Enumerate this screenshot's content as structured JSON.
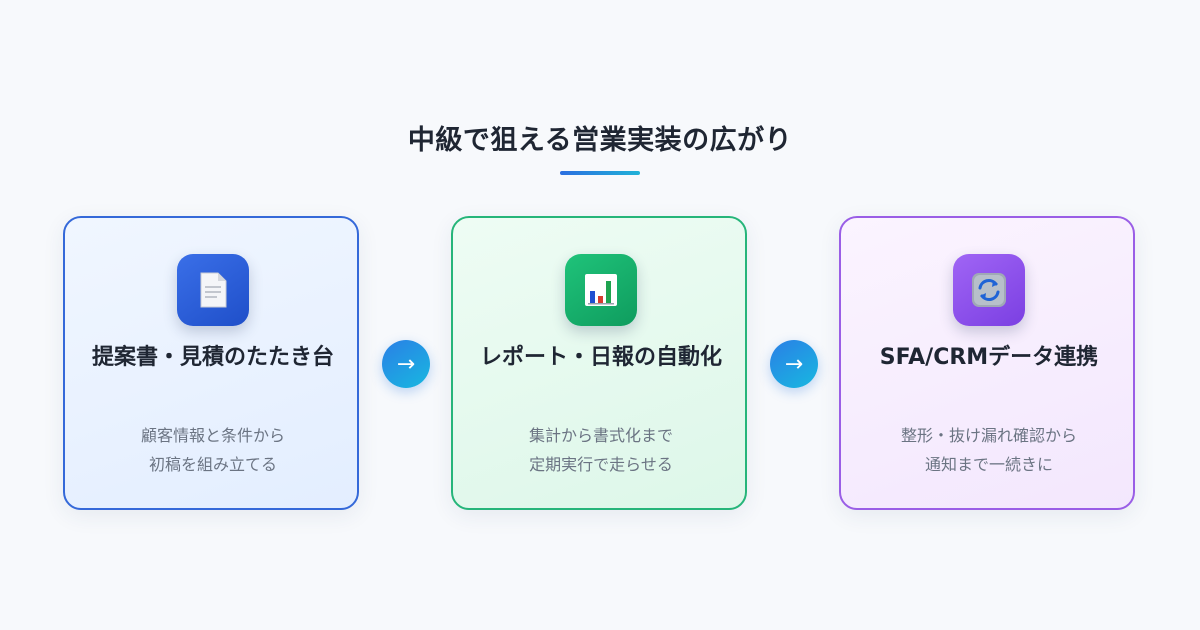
{
  "header": {
    "title": "中級で狙える営業実装の広がり"
  },
  "cards": [
    {
      "icon": "document-icon",
      "title": "提案書・見積のたたき台",
      "desc_lines": [
        "顧客情報と条件から",
        "初稿を組み立てる"
      ],
      "accent": "#3569d9"
    },
    {
      "icon": "bar-chart-icon",
      "title": "レポート・日報の自動化",
      "desc_lines": [
        "集計から書式化まで",
        "定期実行で走らせる"
      ],
      "accent": "#26b57a"
    },
    {
      "icon": "sync-icon",
      "title": "SFA/CRMデータ連携",
      "desc_lines": [
        "整形・抜け漏れ確認から",
        "通知まで一続きに"
      ],
      "accent": "#9a5ee6"
    }
  ],
  "connectors": {
    "arrow_glyph": "→"
  }
}
